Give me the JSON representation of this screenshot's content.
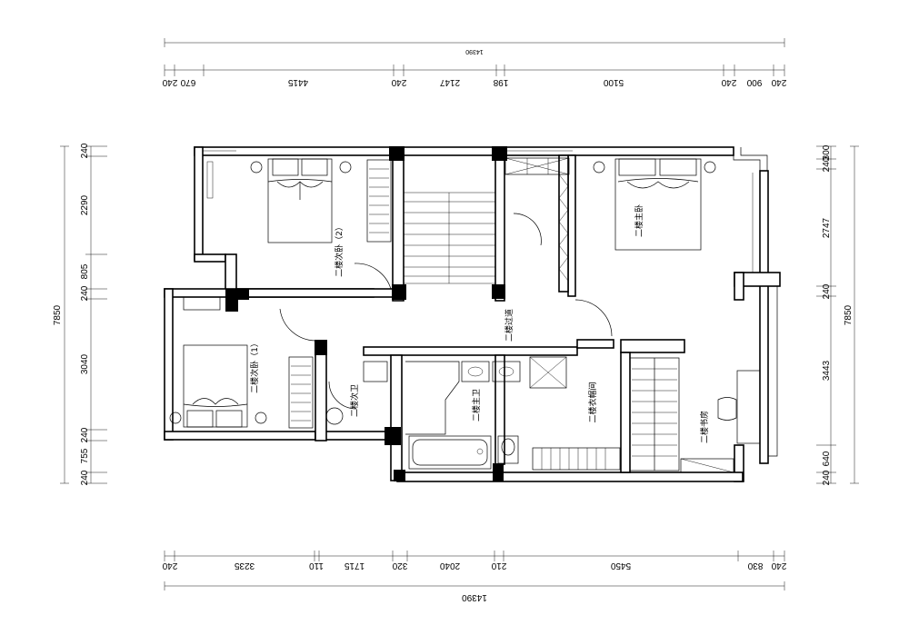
{
  "top_dims": {
    "overall": "14390",
    "segments": [
      "240",
      "670",
      "4415",
      "240",
      "2147",
      "198",
      "5100",
      "240",
      "900",
      "240"
    ]
  },
  "bottom_dims": {
    "overall": "14390",
    "segments": [
      "240",
      "3235",
      "110",
      "1715",
      "320",
      "2040",
      "210",
      "5450",
      "830",
      "240"
    ]
  },
  "left_dims": {
    "overall": "7850",
    "segments": [
      "240",
      "2290",
      "805",
      "240",
      "3040",
      "240",
      "755",
      "240"
    ]
  },
  "right_dims": {
    "overall": "7850",
    "segments": [
      "300",
      "240",
      "2747",
      "240",
      "3443",
      "640",
      "240"
    ]
  },
  "rooms": {
    "second_bedroom_2": "二楼次卧（2）",
    "master_bedroom": "二楼主卧",
    "corridor": "二楼过道",
    "second_bedroom_1": "二楼次卧（1）",
    "second_bath": "二楼次卫",
    "master_bath": "二楼主卫",
    "closet": "二楼衣帽间",
    "study": "二楼书房"
  }
}
